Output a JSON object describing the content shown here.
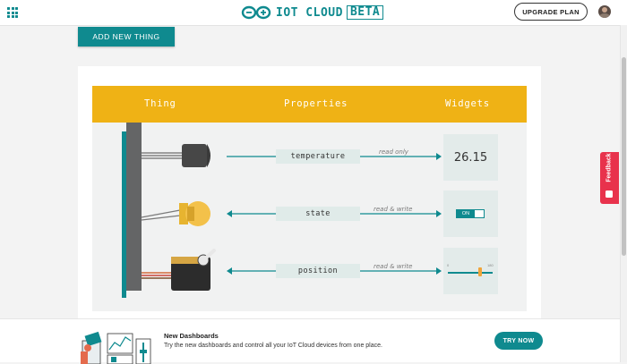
{
  "header": {
    "brand_name": "IOT CLOUD",
    "brand_badge": "BETA",
    "upgrade_label": "UPGRADE PLAN"
  },
  "toolbar": {
    "add_thing_label": "ADD NEW THING"
  },
  "diagram": {
    "columns": {
      "thing": "Thing",
      "properties": "Properties",
      "widgets": "Widgets"
    },
    "properties": [
      {
        "name": "temperature",
        "access": "read only",
        "widget_value": "26.15"
      },
      {
        "name": "state",
        "access": "read & write",
        "widget_value": "ON"
      },
      {
        "name": "position",
        "access": "read & write",
        "slider_min": "0",
        "slider_max": "180",
        "slider_level": 0.72
      }
    ]
  },
  "feedback": {
    "label": "Feedback"
  },
  "promo": {
    "title": "New Dashboards",
    "text": "Try the new dashboards and control all your IoT Cloud devices from one place.",
    "cta": "TRY NOW"
  },
  "colors": {
    "teal": "#0f8a8f",
    "banner_yellow": "#efb215",
    "feedback_red": "#e8324c",
    "slider_thumb": "#f0a53a"
  }
}
